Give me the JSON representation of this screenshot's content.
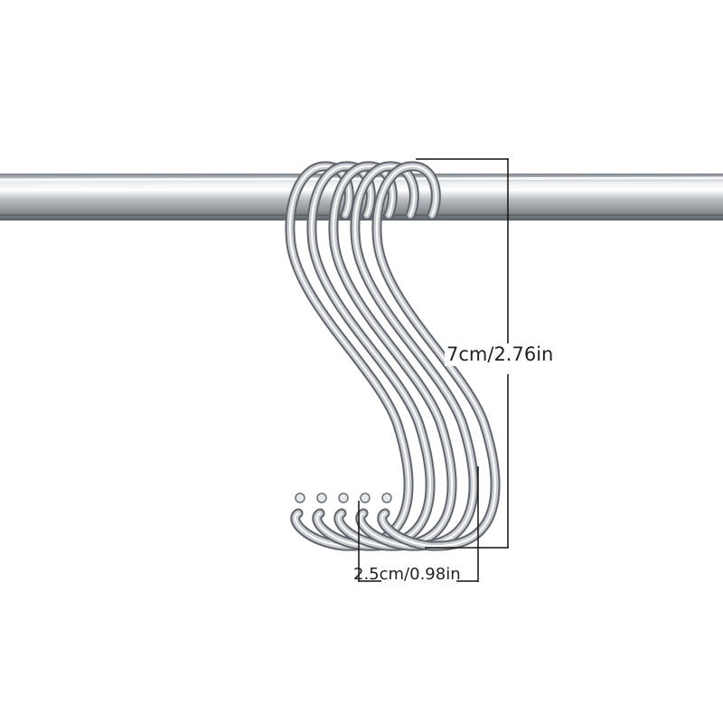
{
  "product": {
    "subject": "S-hooks on rod",
    "hook_count": 5,
    "material_color": "#c8ccd0",
    "rod_color": "#c0c4c8",
    "background_color": "#ffffff"
  },
  "dimensions": {
    "height_label": "7cm/2.76in",
    "width_label": "2.5cm/0.98in",
    "line_color": "#111111"
  }
}
